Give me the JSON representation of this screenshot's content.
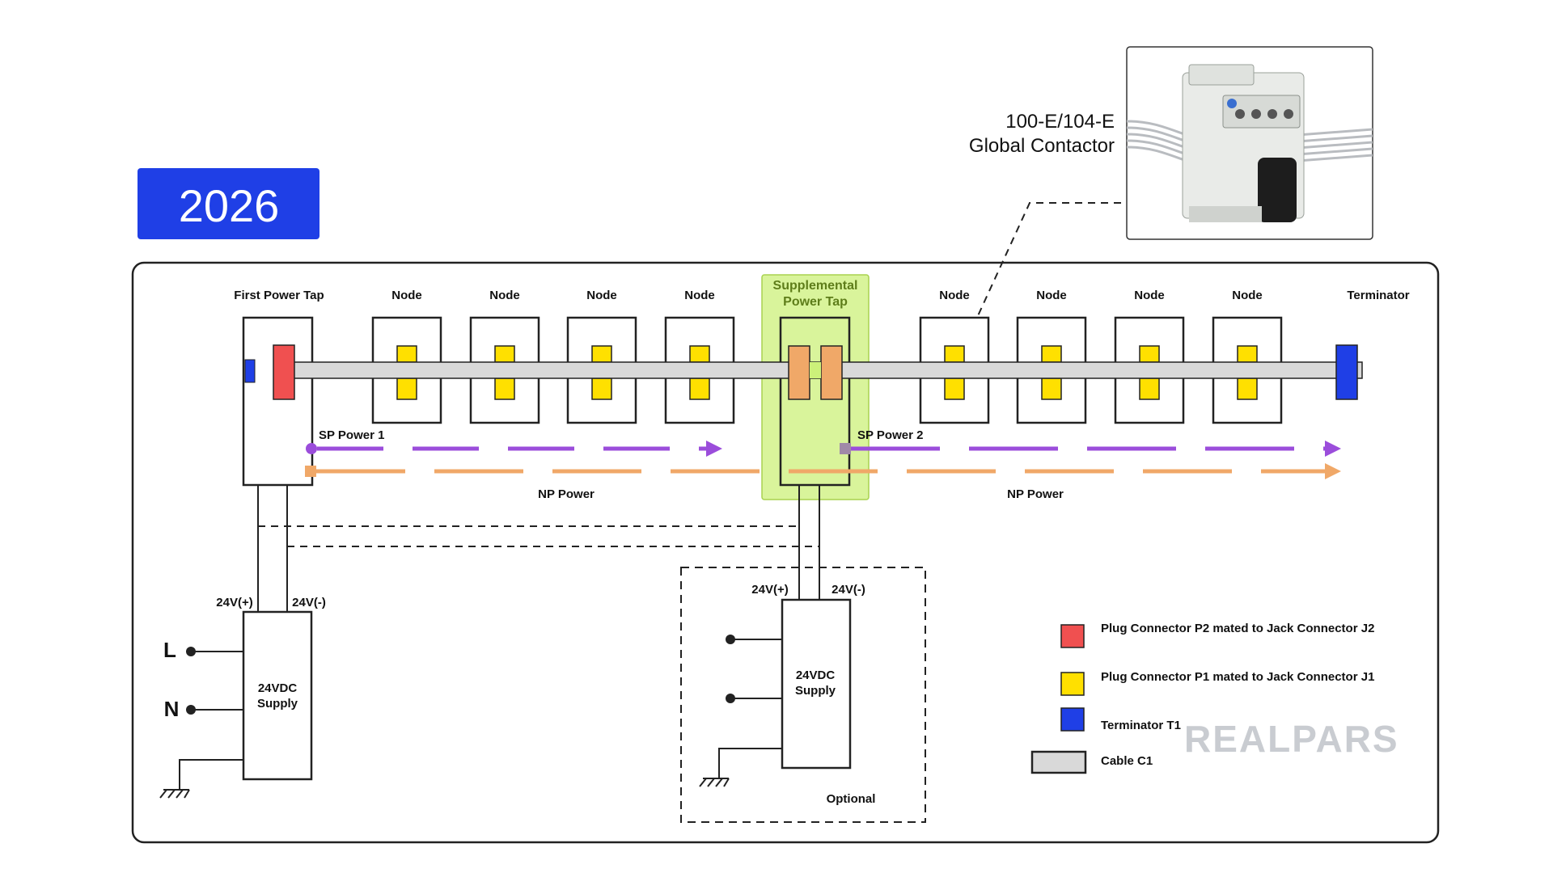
{
  "year_badge": "2026",
  "contactor": {
    "line1": "100-E/104-E",
    "line2": "Global Contactor"
  },
  "diagram": {
    "first_power_tap": "First Power Tap",
    "supplemental_power_tap_line1": "Supplemental",
    "supplemental_power_tap_line2": "Power Tap",
    "terminator": "Terminator",
    "node_label": "Node",
    "nodes_left": [
      "Node",
      "Node",
      "Node",
      "Node"
    ],
    "nodes_right": [
      "Node",
      "Node",
      "Node",
      "Node"
    ],
    "sp_power_1": "SP Power 1",
    "sp_power_2": "SP Power 2",
    "np_power_left": "NP Power",
    "np_power_right": "NP Power",
    "supply_main": {
      "plus": "24V(+)",
      "minus": "24V(-)",
      "line1": "24VDC",
      "line2": "Supply",
      "L": "L",
      "N": "N"
    },
    "supply_optional": {
      "plus": "24V(+)",
      "minus": "24V(-)",
      "line1": "24VDC",
      "line2": "Supply",
      "note": "Optional"
    }
  },
  "legend": {
    "items": [
      {
        "label": "Plug Connector P2 mated to Jack Connector J2",
        "color": "#f05050"
      },
      {
        "label": "Plug Connector P1 mated to Jack Connector J1",
        "color": "#ffe000"
      },
      {
        "label": "Terminator T1",
        "color": "#1f3fe6"
      },
      {
        "label": "Cable C1",
        "color": "#d9d9d9"
      }
    ]
  },
  "watermark": "REALPARS",
  "colors": {
    "year_bg": "#1f3fe6",
    "sp_power": "#9b4ddb",
    "np_power": "#f0a868",
    "supplemental_highlight": "#ccf07a",
    "connector_orange": "#f0a868",
    "cable": "#d9d9d9"
  }
}
